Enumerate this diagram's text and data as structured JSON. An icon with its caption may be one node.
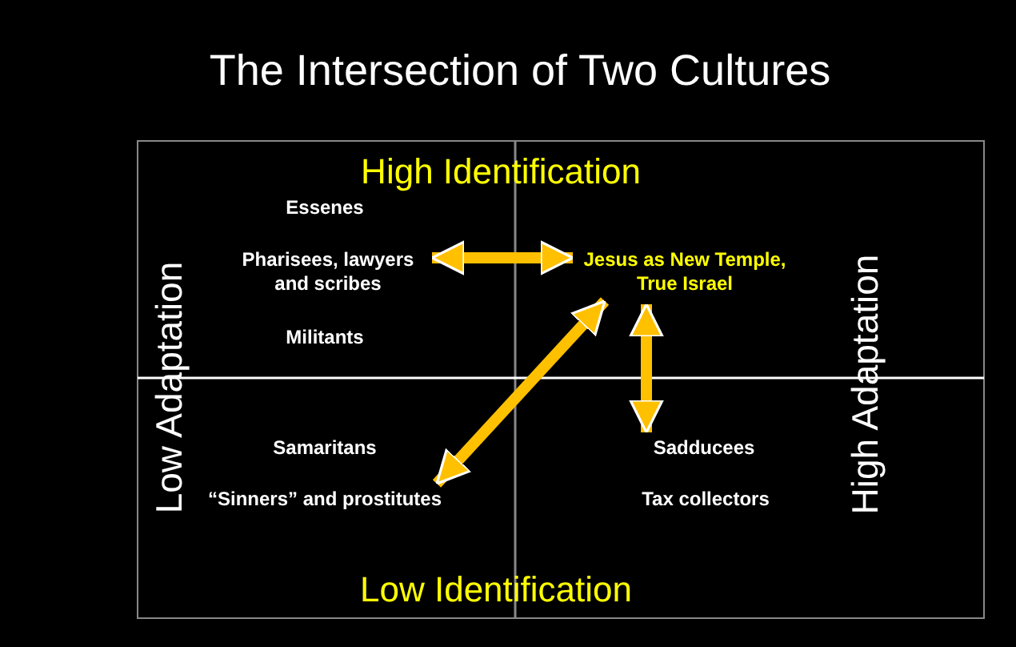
{
  "diagram": {
    "title": "The Intersection of Two Cultures",
    "nodes": [
      {
        "text": [
          "Pharisees, lawyers and scribes"
        ]
      },
      {
        "text": [
          "Jesus as New Temple, True Israel"
        ]
      },
      {
        "text": [
          "Sadducees"
        ]
      },
      {
        "text": [
          "“Sinners” and prostitutes"
        ]
      }
    ],
    "edges": [
      {
        "from": 0,
        "to": 1,
        "arrow": "both"
      },
      {
        "from": 1,
        "to": 3,
        "arrow": "both"
      },
      {
        "from": 1,
        "to": 2,
        "arrow": "both"
      }
    ],
    "labels": [
      "High Identification",
      "Essenes",
      "Militants",
      "Low Adaptation",
      "High Adaptation",
      "Samaritans",
      "Tax collectors",
      "Low Identification"
    ]
  }
}
